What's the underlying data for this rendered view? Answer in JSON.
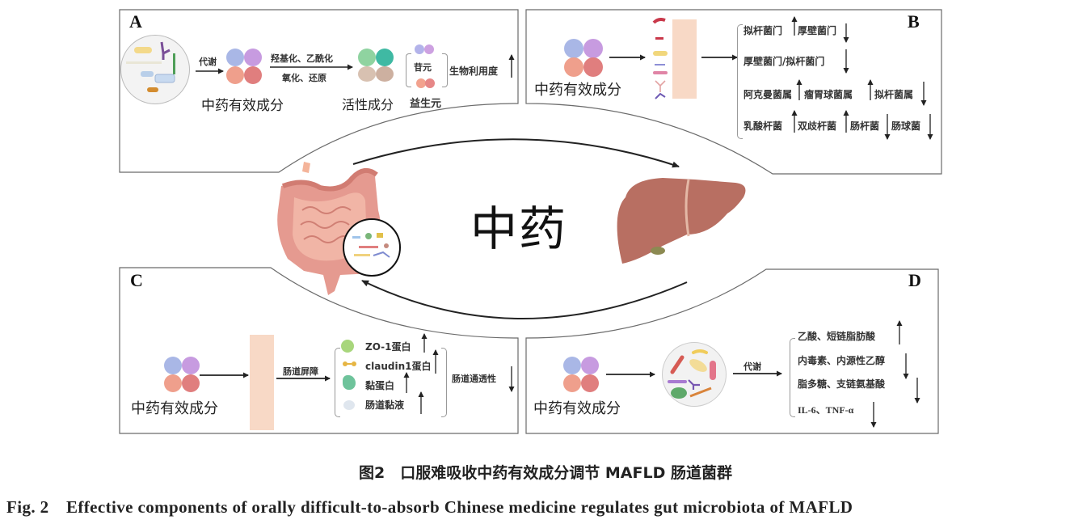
{
  "figure": {
    "center_label": "中药",
    "caption_cn": "图2　口服难吸收中药有效成分调节 MAFLD 肠道菌群",
    "caption_en": "Fig. 2　Effective components of orally difficult-to-absorb Chinese medicine regulates gut microbiota of MAFLD"
  },
  "panels": {
    "A": {
      "letter": "A",
      "metabolism_label": "代谢",
      "component_label": "中药有效成分",
      "reaction_line1": "羟基化、乙酰化",
      "reaction_line2": "氧化、还原",
      "active_label": "活性成分",
      "aglycone_label": "苷元",
      "prebiotic_label": "益生元",
      "effect_label": "生物利用度",
      "effect_direction": "up"
    },
    "B": {
      "letter": "B",
      "component_label": "中药有效成分",
      "rows": [
        {
          "items": [
            {
              "text": "拟杆菌门",
              "dir": "up"
            },
            {
              "text": "厚壁菌门",
              "dir": "down"
            }
          ]
        },
        {
          "items": [
            {
              "text": "厚壁菌门/拟杆菌门",
              "dir": "down"
            }
          ]
        },
        {
          "items": [
            {
              "text": "阿克曼菌属",
              "dir": "up"
            },
            {
              "text": "瘤胃球菌属",
              "dir": "up"
            },
            {
              "text": "拟杆菌属",
              "dir": "down"
            }
          ]
        },
        {
          "items": [
            {
              "text": "乳酸杆菌",
              "dir": "up"
            },
            {
              "text": "双歧杆菌",
              "dir": "up"
            },
            {
              "text": "肠杆菌",
              "dir": "down"
            },
            {
              "text": "肠球菌",
              "dir": "down"
            }
          ]
        }
      ]
    },
    "C": {
      "letter": "C",
      "component_label": "中药有效成分",
      "barrier_label": "肠道屏障",
      "items": [
        {
          "text": "ZO-1蛋白",
          "dir": "up"
        },
        {
          "text": "claudin1蛋白",
          "dir": "up"
        },
        {
          "text": "黏蛋白",
          "dir": "up"
        },
        {
          "text": "肠道黏液",
          "dir": "up"
        }
      ],
      "effect_label": "肠道通透性",
      "effect_direction": "down"
    },
    "D": {
      "letter": "D",
      "component_label": "中药有效成分",
      "metabolism_label": "代谢",
      "items": [
        {
          "text": "乙酸、短链脂肪酸",
          "dir": "up"
        },
        {
          "text": "内毒素、内源性乙醇",
          "dir": "down"
        },
        {
          "text": "脂多糖、支链氨基酸",
          "dir": "down"
        },
        {
          "text": "IL-6、TNF-α",
          "dir": "down"
        }
      ]
    }
  },
  "colors": {
    "frame": "#6b6b6b",
    "ball_blue": "#a9b7e6",
    "ball_purple": "#c79be0",
    "ball_salmon": "#ef9f8c",
    "ball_red": "#e07e7e",
    "active_green": "#8fd3a0",
    "active_teal": "#3fb9a3",
    "active_beige": "#d8c1b1",
    "active_tan": "#cdb0a0",
    "gut_strip": "#f8d9c6",
    "intestine": "#e59a90",
    "liver": "#b86f62"
  }
}
